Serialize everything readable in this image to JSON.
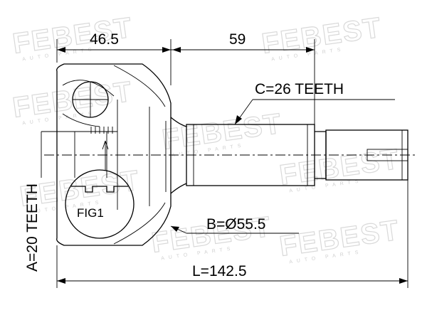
{
  "dimensions": {
    "outer_length_label": "46.5",
    "shaft_length_label": "59",
    "total_length_label": "L=142.5",
    "outer_spline_label": "C=26 TEETH",
    "inner_spline_label": "A=20 TEETH",
    "bearing_diameter_label": "B=Ø55.5"
  },
  "detail": {
    "figure_label": "FIG1"
  },
  "watermark": {
    "brand": "FEBEST",
    "subtitle": "AUTO PARTS"
  }
}
